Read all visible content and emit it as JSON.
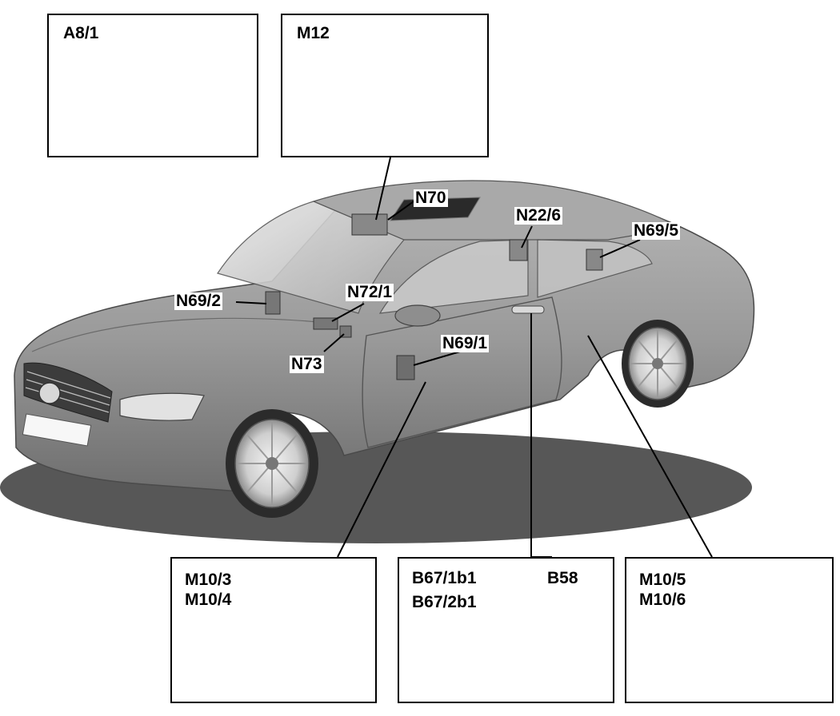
{
  "title": "",
  "boxes": {
    "a8_1": "A8/1",
    "m12": "M12",
    "m10_left": "M10/3\nM10/4",
    "b67_top": "B67/1b1",
    "b67_bottom": "B67/2b1",
    "b58": "B58",
    "m10_right": "M10/5\nM10/6"
  },
  "callouts": {
    "n70": "N70",
    "n22_6": "N22/6",
    "n69_5": "N69/5",
    "n69_2": "N69/2",
    "n72_1": "N72/1",
    "n73": "N73",
    "n69_1": "N69/1"
  },
  "colors": {
    "car_body": "#9b9b9b",
    "car_shadow": "#5e5e5e",
    "glass": "#cfcfcf",
    "line": "#000000"
  }
}
